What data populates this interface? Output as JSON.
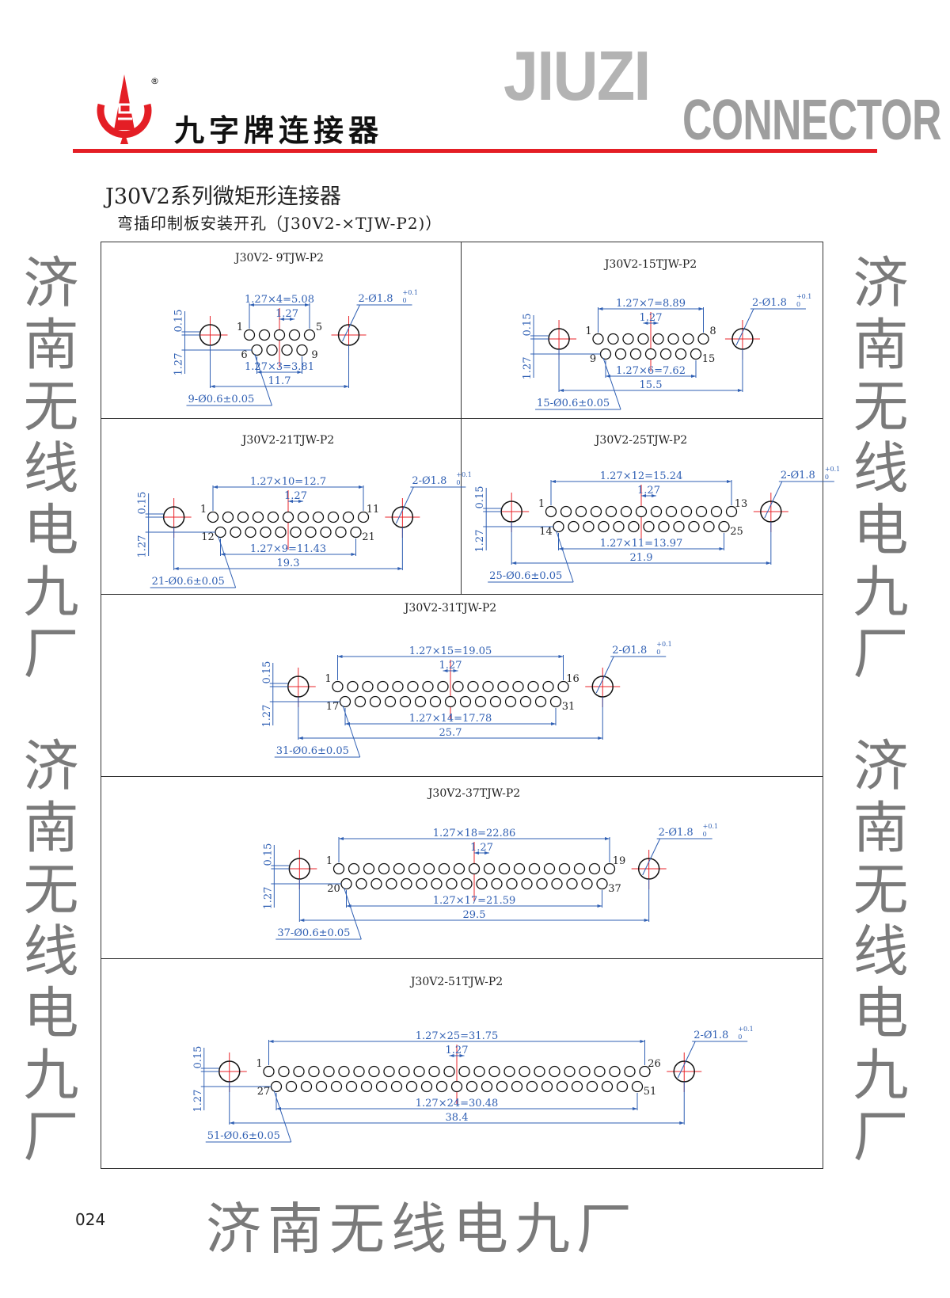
{
  "header": {
    "brand_name": "九字牌连接器",
    "registered_mark": "®",
    "logo_word_1": "JIUZI",
    "logo_word_2": "CONNECTOR",
    "accent_color": "#e41e25"
  },
  "title": "J30V2系列微矩形连接器",
  "subtitle": "弯插印制板安装开孔（J30V2-×TJW-P2)）",
  "panels": [
    {
      "title": "J30V2- 9TJW-P2",
      "top_count": 5,
      "bottom_count": 4,
      "pins": [
        "1",
        "5",
        "6",
        "9"
      ],
      "overall": "11.7",
      "pitch_top": "1.27×4=5.08",
      "pitch_bottom": "1.27×3=3.81",
      "pitch": "1.27",
      "hole_spec": "9-Ø0.6±0.05",
      "mount_spec": "2-Ø1.8",
      "tol_plus": "+0.1",
      "tol_minus": "0",
      "v_dim_1": "0.15",
      "v_dim_2": "1.27"
    },
    {
      "title": "J30V2-15TJW-P2",
      "top_count": 8,
      "bottom_count": 7,
      "pins": [
        "1",
        "8",
        "9",
        "15"
      ],
      "overall": "15.5",
      "pitch_top": "1.27×7=8.89",
      "pitch_bottom": "1.27×6=7.62",
      "pitch": "1.27",
      "hole_spec": "15-Ø0.6±0.05",
      "mount_spec": "2-Ø1.8",
      "tol_plus": "+0.1",
      "tol_minus": "0",
      "v_dim_1": "0.15",
      "v_dim_2": "1.27"
    },
    {
      "title": "J30V2-21TJW-P2",
      "top_count": 11,
      "bottom_count": 10,
      "pins": [
        "1",
        "11",
        "12",
        "21"
      ],
      "overall": "19.3",
      "pitch_top": "1.27×10=12.7",
      "pitch_bottom": "1.27×9=11.43",
      "pitch": "1.27",
      "hole_spec": "21-Ø0.6±0.05",
      "mount_spec": "2-Ø1.8",
      "tol_plus": "+0.1",
      "tol_minus": "0",
      "v_dim_1": "0.15",
      "v_dim_2": "1.27"
    },
    {
      "title": "J30V2-25TJW-P2",
      "top_count": 13,
      "bottom_count": 12,
      "pins": [
        "1",
        "13",
        "14",
        "25"
      ],
      "overall": "21.9",
      "pitch_top": "1.27×12=15.24",
      "pitch_bottom": "1.27×11=13.97",
      "pitch": "1.27",
      "hole_spec": "25-Ø0.6±0.05",
      "mount_spec": "2-Ø1.8",
      "tol_plus": "+0.1",
      "tol_minus": "0",
      "v_dim_1": "0.15",
      "v_dim_2": "1.27"
    },
    {
      "title": "J30V2-31TJW-P2",
      "top_count": 16,
      "bottom_count": 15,
      "pins": [
        "1",
        "16",
        "17",
        "31"
      ],
      "overall": "25.7",
      "pitch_top": "1.27×15=19.05",
      "pitch_bottom": "1.27×14=17.78",
      "pitch": "1.27",
      "hole_spec": "31-Ø0.6±0.05",
      "mount_spec": "2-Ø1.8",
      "tol_plus": "+0.1",
      "tol_minus": "0",
      "v_dim_1": "0.15",
      "v_dim_2": "1.27"
    },
    {
      "title": "J30V2-37TJW-P2",
      "top_count": 19,
      "bottom_count": 18,
      "pins": [
        "1",
        "19",
        "20",
        "37"
      ],
      "overall": "29.5",
      "pitch_top": "1.27×18=22.86",
      "pitch_bottom": "1.27×17=21.59",
      "pitch": "1.27",
      "hole_spec": "37-Ø0.6±0.05",
      "mount_spec": "2-Ø1.8",
      "tol_plus": "+0.1",
      "tol_minus": "0",
      "v_dim_1": "0.15",
      "v_dim_2": "1.27"
    },
    {
      "title": "J30V2-51TJW-P2",
      "top_count": 26,
      "bottom_count": 25,
      "pins": [
        "1",
        "26",
        "27",
        "51"
      ],
      "overall": "38.4",
      "pitch_top": "1.27×25=31.75",
      "pitch_bottom": "1.27×24=30.48",
      "pitch": "1.27",
      "hole_spec": "51-Ø0.6±0.05",
      "mount_spec": "2-Ø1.8",
      "tol_plus": "+0.1",
      "tol_minus": "0",
      "v_dim_1": "0.15",
      "v_dim_2": "1.27"
    }
  ],
  "colors": {
    "dimension": "#2f5fb3",
    "centerline": "#e8232a",
    "outline": "#111111"
  },
  "watermark": "济南无线电九厂",
  "page_number": "024"
}
